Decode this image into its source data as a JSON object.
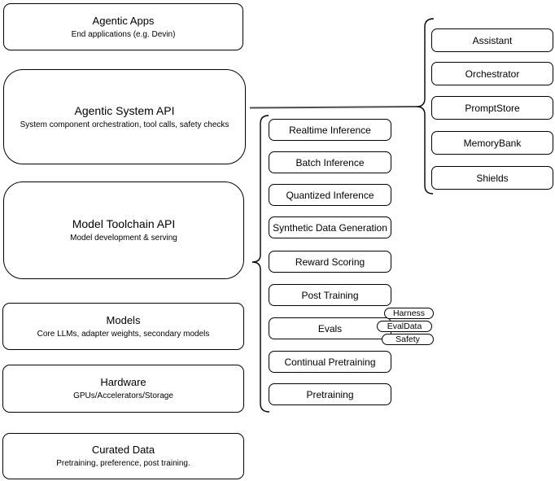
{
  "diagram": {
    "stack": [
      {
        "title": "Agentic Apps",
        "subtitle": "End applications (e.g. Devin)"
      },
      {
        "title": "Agentic System API",
        "subtitle": "System component orchestration, tool calls, safety checks"
      },
      {
        "title": "Model Toolchain API",
        "subtitle": "Model development & serving"
      },
      {
        "title": "Models",
        "subtitle": "Core LLMs, adapter weights, secondary models"
      },
      {
        "title": "Hardware",
        "subtitle": "GPUs/Accelerators/Storage"
      },
      {
        "title": "Curated Data",
        "subtitle": "Pretraining, preference, post training."
      }
    ],
    "toolchain_items": [
      "Realtime Inference",
      "Batch Inference",
      "Quantized Inference",
      "Synthetic Data Generation",
      "Reward Scoring",
      "Post Training",
      "Evals",
      "Continual Pretraining",
      "Pretraining"
    ],
    "evals_tags": [
      "Harness",
      "EvalData",
      "Safety"
    ],
    "system_items": [
      "Assistant",
      "Orchestrator",
      "PromptStore",
      "MemoryBank",
      "Shields"
    ],
    "colors": {
      "stroke": "#000000",
      "connector": "#4d4d4d",
      "background": "#ffffff"
    }
  }
}
